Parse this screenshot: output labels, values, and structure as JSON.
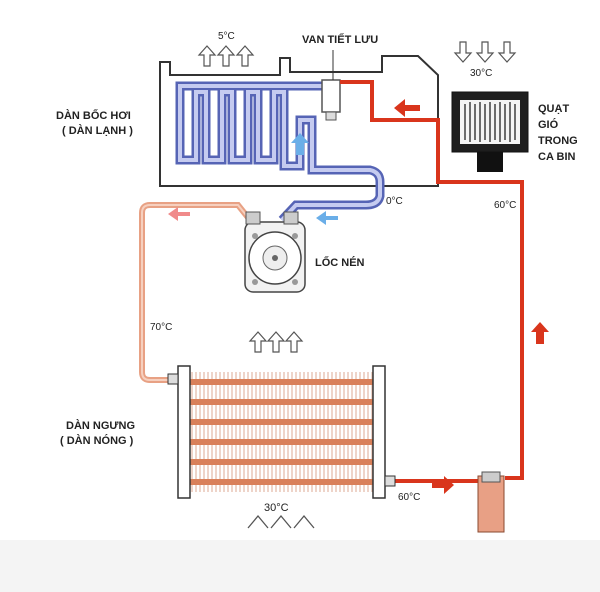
{
  "labels": {
    "evaporator_line1": "DÀN BỐC HƠI",
    "evaporator_line2": "( DÀN LẠNH )",
    "expansion_valve": "VAN TIẾT LƯU",
    "blower_fan": [
      "QUẠT",
      "GIÓ",
      "TRONG",
      "CA BIN"
    ],
    "compressor": "LỐC NÉN",
    "condenser_line1": "DÀN NGƯNG",
    "condenser_line2": "( DÀN NÓNG )"
  },
  "temperatures": {
    "evap_air_out": "5°C",
    "cabin_air": "30°C",
    "suction": "0°C",
    "high_side_line": "60°C",
    "discharge": "70°C",
    "ambient_air": "30°C",
    "condenser_out": "60°C"
  },
  "colors": {
    "hot_line": "#d9351c",
    "discharge_line": "#e8a184",
    "cold_line": "#8f9ad8",
    "cold_arrow": "#6aaee8",
    "warm_arrow": "#f08a8a",
    "copper": "#d9805a",
    "outline": "#333333"
  }
}
